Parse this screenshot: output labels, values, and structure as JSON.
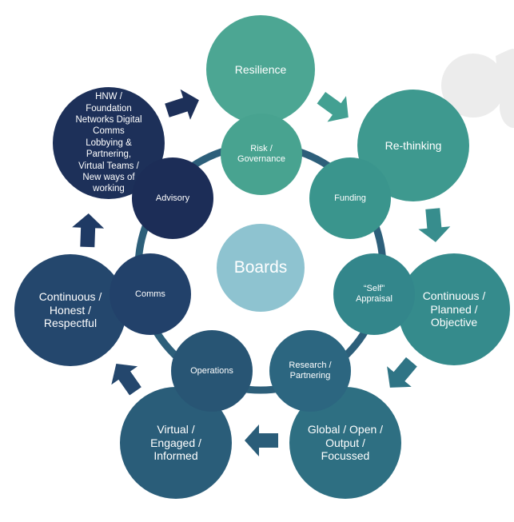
{
  "center": {
    "label": "Boards",
    "color": "#8ec3d0"
  },
  "outer_nodes": [
    {
      "id": "resilience",
      "label": "Resilience",
      "color": "#4ca693"
    },
    {
      "id": "re-thinking",
      "label": "Re-thinking",
      "color": "#3e998f"
    },
    {
      "id": "continuous-planned",
      "label": "Continuous /\nPlanned /\nObjective",
      "color": "#358b8c"
    },
    {
      "id": "global-open",
      "label": "Global / Open /\nOutput /\nFocussed",
      "color": "#2e6f82"
    },
    {
      "id": "virtual-engaged",
      "label": "Virtual /\nEngaged /\nInformed",
      "color": "#2a5d79"
    },
    {
      "id": "continuous-honest",
      "label": "Continuous /\nHonest /\nRespectful",
      "color": "#24476d"
    },
    {
      "id": "hnw-foundation",
      "label": "HNW /\nFoundation\nNetworks Digital\nComms\nLobbying &\nPartnering,\nVirtual Teams /\nNew ways of\nworking",
      "color": "#1d3059"
    }
  ],
  "inner_nodes": [
    {
      "id": "risk-governance",
      "label": "Risk /\nGovernance",
      "color": "#48a390"
    },
    {
      "id": "funding",
      "label": "Funding",
      "color": "#3a958d"
    },
    {
      "id": "self-appraisal",
      "label": "“Self”\nAppraisal",
      "color": "#33868b"
    },
    {
      "id": "research-partnering",
      "label": "Research /\nPartnering",
      "color": "#2c6680"
    },
    {
      "id": "operations",
      "label": "Operations",
      "color": "#285574"
    },
    {
      "id": "comms",
      "label": "Comms",
      "color": "#22416a"
    },
    {
      "id": "advisory",
      "label": "Advisory",
      "color": "#1c2d57"
    }
  ],
  "ring_color": "#2d5f7a",
  "arrow_colors": [
    "#1d3059",
    "#43a092",
    "#378d8d",
    "#2f7485",
    "#2a5d79",
    "#24476d",
    "#1f3a64"
  ],
  "decoration_color": "#ececec"
}
